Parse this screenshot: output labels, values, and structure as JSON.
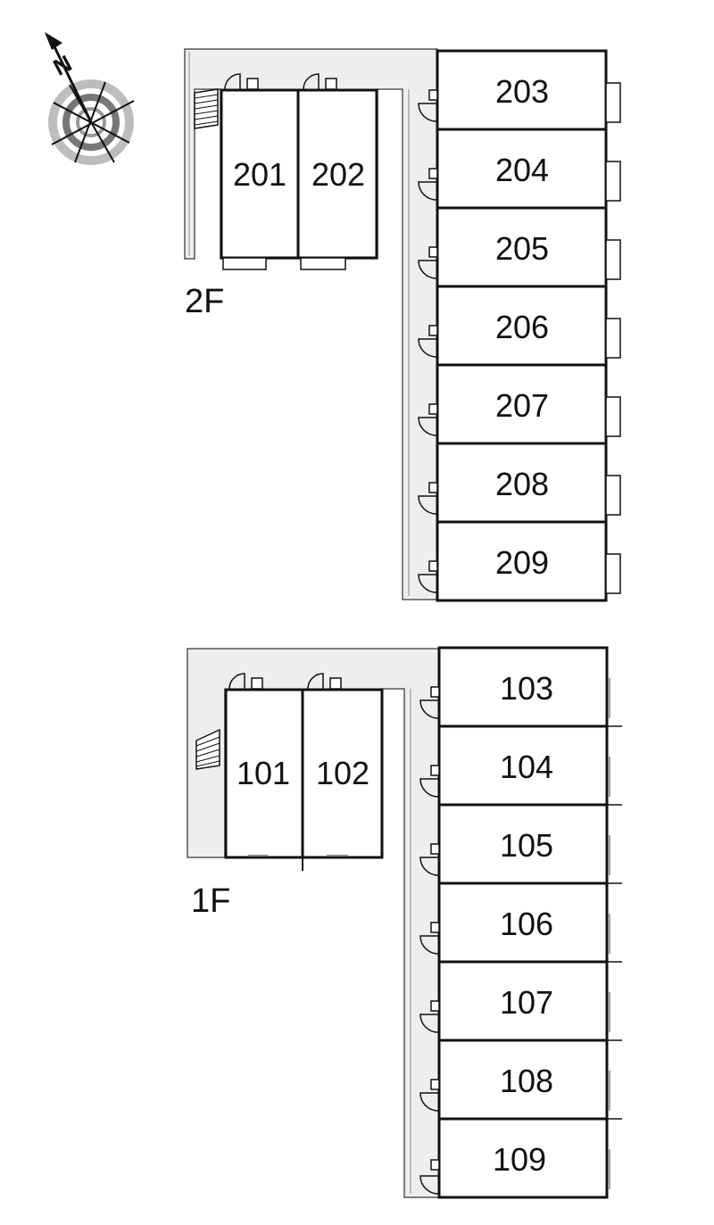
{
  "compass": {
    "north_label": "N",
    "icon": "compass-icon"
  },
  "floors": [
    {
      "id": "2f",
      "label": "2F",
      "rooms": [
        "201",
        "202",
        "203",
        "204",
        "205",
        "206",
        "207",
        "208",
        "209"
      ]
    },
    {
      "id": "1f",
      "label": "1F",
      "rooms": [
        "101",
        "102",
        "103",
        "104",
        "105",
        "106",
        "107",
        "108",
        "109"
      ]
    }
  ],
  "colors": {
    "wall": "#111111",
    "corridor": "#eeeeee",
    "corridor_edge": "#555555"
  }
}
